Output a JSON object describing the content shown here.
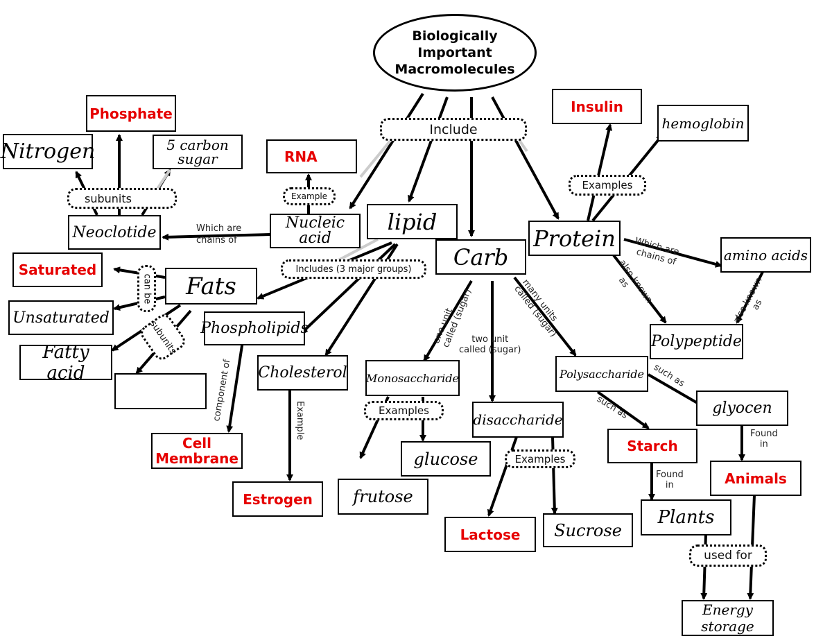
{
  "title": {
    "line1": "Biologically",
    "line2": "Important",
    "line3": "Macromolecules"
  },
  "nodes": {
    "phosphate": "Phosphate",
    "nitrogen": "Nitrogen",
    "five_carbon_sugar": "5 carbon sugar",
    "rna": "RNA",
    "nucleotide": "Neoclotide",
    "nucleic_acid": "Nucleic acid",
    "lipid": "lipid",
    "carb": "Carb",
    "protein": "Protein",
    "insulin": "Insulin",
    "hemoglobin": "hemoglobin",
    "amino_acids": "amino acids",
    "saturated": "Saturated",
    "unsaturated": "Unsaturated",
    "fats": "Fats",
    "fatty_acid": "Fatty acid",
    "empty": "",
    "phospholipids": "Phospholipids",
    "cell_membrane_1": "Cell",
    "cell_membrane_2": "Membrane",
    "cholesterol": "Cholesterol",
    "estrogen": "Estrogen",
    "monosaccharide": "Monosaccharide",
    "glucose": "glucose",
    "fructose": "frutose",
    "disaccharide": "disaccharide",
    "lactose": "Lactose",
    "sucrose": "Sucrose",
    "polysaccharide": "Polysaccharide",
    "polypeptide": "Polypeptide",
    "starch": "Starch",
    "glycogen": "glyocen",
    "animals": "Animals",
    "plants": "Plants",
    "energy_storage": "Energy storage"
  },
  "pills": {
    "include": "Include",
    "examples_protein": "Examples",
    "subunits": "subunits",
    "example_rna": "Example",
    "includes_lipid": "Includes (3 major groups)",
    "can_be": "can be",
    "subunits_fats": "subunits",
    "examples_mono": "Examples",
    "examples_di": "Examples",
    "used_for": "used for"
  },
  "labels": {
    "which_are_1": "Which are",
    "chains_of_1": "chains of",
    "which_are_2": "Which are",
    "chains_of_2": "chains of",
    "also_known_1": "also known",
    "as_1": "as",
    "also_known_2": "also known",
    "as_2": "as",
    "one_unit_1": "one unit",
    "one_unit_2": "called (sugar)",
    "two_unit_1": "two unit",
    "two_unit_2": "called (sugar)",
    "many_units_1": "many units",
    "many_units_2": "called (sugar)",
    "component_of": "component of",
    "example_chol": "Example",
    "such_as_1": "such as",
    "such_as_2": "such as",
    "found_in_1a": "Found",
    "found_in_1b": "in",
    "found_in_2a": "Found",
    "found_in_2b": "in"
  },
  "colors": {
    "red": "#e60000",
    "ink": "#000000",
    "connector_gray": "#cccccc"
  }
}
